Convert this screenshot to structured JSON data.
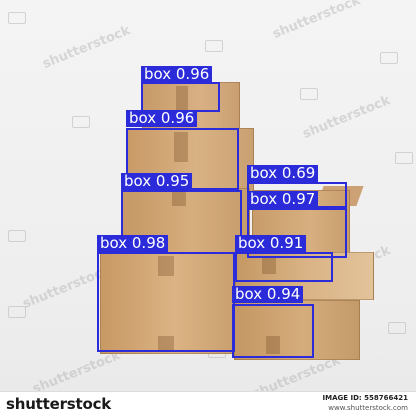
{
  "detections": [
    {
      "label": "box 0.96",
      "class": "box",
      "score": 0.96
    },
    {
      "label": "box 0.96",
      "class": "box",
      "score": 0.96
    },
    {
      "label": "box 0.95",
      "class": "box",
      "score": 0.95
    },
    {
      "label": "box 0.69",
      "class": "box",
      "score": 0.69
    },
    {
      "label": "box 0.97",
      "class": "box",
      "score": 0.97
    },
    {
      "label": "box 0.98",
      "class": "box",
      "score": 0.98
    },
    {
      "label": "box 0.91",
      "class": "box",
      "score": 0.91
    },
    {
      "label": "box 0.94",
      "class": "box",
      "score": 0.94
    }
  ],
  "watermark": {
    "text": "shutterstock"
  },
  "footer": {
    "logo": "shutterstock",
    "image_id": "IMAGE ID: 558766421",
    "site": "www.shutterstock.com"
  },
  "colors": {
    "detection": "#2b2bd9",
    "cardboard": "#d3a877",
    "background": "#f2f2f2"
  }
}
